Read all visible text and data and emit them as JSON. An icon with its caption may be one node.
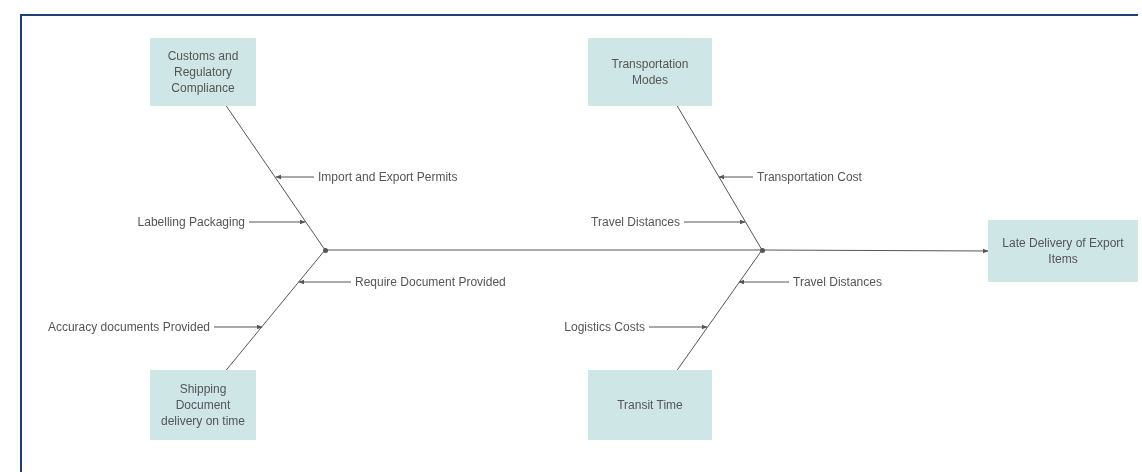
{
  "diagram": {
    "nodes": [
      {
        "text": [
          "Customs and Regulatory Compliance"
        ]
      },
      {
        "text": [
          "Transportation Modes"
        ]
      },
      {
        "text": [
          "Import and Export Permits"
        ]
      },
      {
        "text": [
          "Transportation Cost"
        ]
      },
      {
        "text": [
          "Labelling Packaging"
        ]
      },
      {
        "text": [
          "Travel Distances"
        ]
      },
      {
        "text": [],
        "shape": "circle"
      },
      {
        "text": [],
        "shape": "circle"
      },
      {
        "text": [
          "Late Delivery of Export Items"
        ]
      },
      {
        "text": [
          "Require Document Provided"
        ]
      },
      {
        "text": [
          "Travel Distances"
        ]
      },
      {
        "text": [
          "Accuracy documents Provided"
        ]
      },
      {
        "text": [
          "Logistics Costs"
        ]
      },
      {
        "text": [
          "Shipping Document delivery on time"
        ]
      },
      {
        "text": [
          "Transit Time"
        ]
      }
    ],
    "edges": [
      {
        "from": 0,
        "to": 6,
        "arrow": "none"
      },
      {
        "from": 13,
        "to": 6,
        "arrow": "none"
      },
      {
        "from": 6,
        "to": 7,
        "arrow": "none"
      },
      {
        "from": 1,
        "to": 7,
        "arrow": "none"
      },
      {
        "from": 14,
        "to": 7,
        "arrow": "none"
      },
      {
        "from": 7,
        "to": 8,
        "arrow": "to"
      },
      {
        "from": 2,
        "to": null,
        "arrow": "to"
      },
      {
        "from": 4,
        "to": null,
        "arrow": "to"
      },
      {
        "from": 9,
        "to": null,
        "arrow": "to"
      },
      {
        "from": 11,
        "to": null,
        "arrow": "to"
      },
      {
        "from": 3,
        "to": null,
        "arrow": "to"
      },
      {
        "from": 5,
        "to": null,
        "arrow": "to"
      },
      {
        "from": 10,
        "to": null,
        "arrow": "to"
      },
      {
        "from": 12,
        "to": null,
        "arrow": "to"
      }
    ]
  }
}
